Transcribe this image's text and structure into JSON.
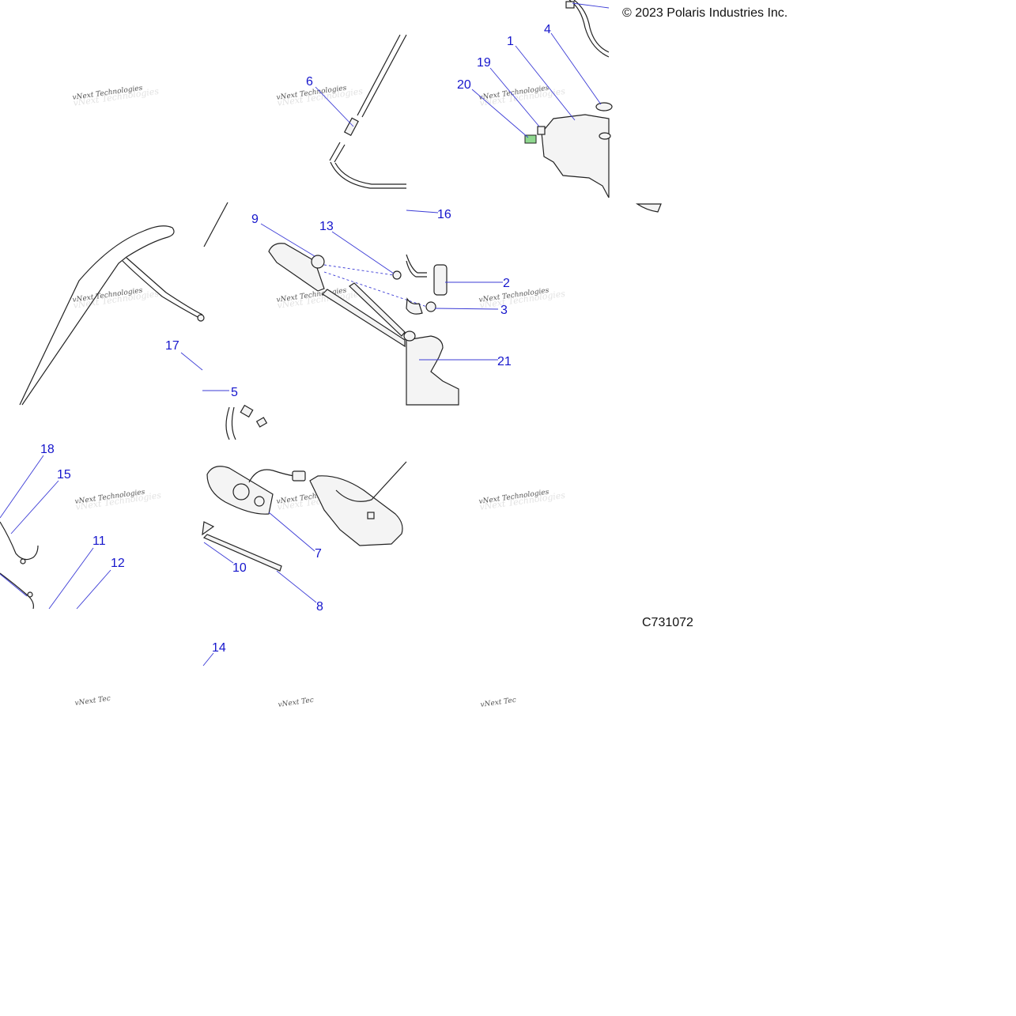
{
  "copyright": "© 2023 Polaris Industries Inc.",
  "figure_code": "C731072",
  "watermark": "vNext Technologies",
  "watermark_truncated": "vNext Tec",
  "callouts": [
    "1",
    "2",
    "3",
    "4",
    "5",
    "6",
    "7",
    "8",
    "9",
    "10",
    "11",
    "12",
    "13",
    "14",
    "15",
    "16",
    "17",
    "18",
    "19",
    "20",
    "21"
  ],
  "colors": {
    "callout": "#1515cc",
    "leader": "#3b3bd6",
    "line_art": "#222222",
    "highlight": "#8fd88f"
  }
}
